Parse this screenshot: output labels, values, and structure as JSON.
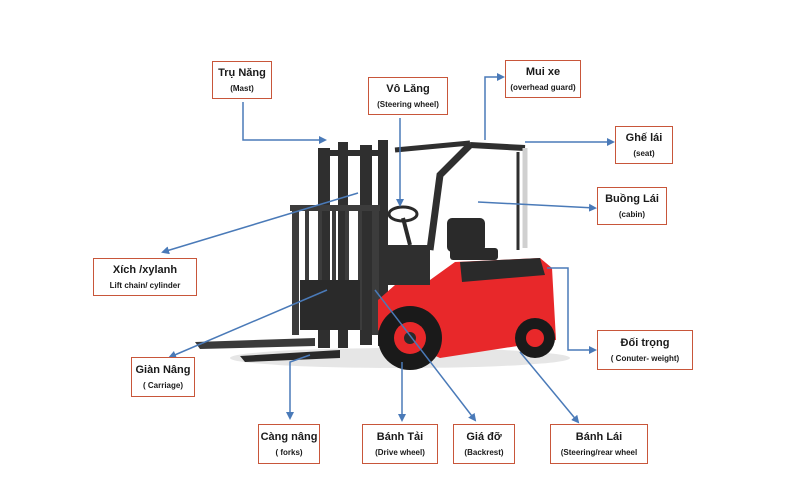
{
  "colors": {
    "box_border": "#c8563a",
    "arrow": "#4a7ab8",
    "body": "#e8282a",
    "mast": "#2f2f2f"
  },
  "labels": {
    "mast": {
      "title": "Trụ Năng",
      "sub": "(Mast)"
    },
    "steering": {
      "title": "Vô Lăng",
      "sub": "(Steering wheel)"
    },
    "guard": {
      "title": "Mui xe",
      "sub": "(overhead guard)"
    },
    "seat": {
      "title": "Ghế lái",
      "sub": "(seat)"
    },
    "cabin": {
      "title": "Buồng Lái",
      "sub": "(cabin)"
    },
    "chain": {
      "title": "Xích /xylanh",
      "sub": "Lift chain/ cylinder"
    },
    "counter": {
      "title": "Đối trọng",
      "sub": "( Conuter- weight)"
    },
    "carriage": {
      "title": "Giàn Nâng",
      "sub": "( Carriage)"
    },
    "forks": {
      "title": "Càng nâng",
      "sub": "( forks)"
    },
    "drive": {
      "title": "Bánh Tải",
      "sub": "(Drive wheel)"
    },
    "backrest": {
      "title": "Giá đỡ",
      "sub": "(Backrest)"
    },
    "rear": {
      "title": "Bánh Lái",
      "sub": "(Steering/rear wheel"
    }
  }
}
